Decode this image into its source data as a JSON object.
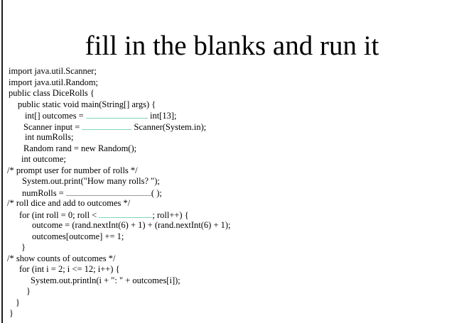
{
  "title": "fill in the blanks and run it",
  "colors": {
    "blank_teal": "#7ed6ba",
    "blank_gray": "#9b9b9b",
    "text": "#000000",
    "edge_rule": "#1a1a1a"
  },
  "code": {
    "language": "java",
    "lines": [
      {
        "indent": 12,
        "seg": [
          {
            "text": "import java.util.Scanner;"
          }
        ]
      },
      {
        "indent": 12,
        "seg": [
          {
            "text": "import java.util.Random;"
          }
        ]
      },
      {
        "indent": 12,
        "seg": [
          {
            "text": "public class DiceRolls {"
          }
        ]
      },
      {
        "indent": 25,
        "seg": [
          {
            "text": "public static void main(String[] args) {"
          }
        ]
      },
      {
        "indent": 35,
        "seg": [
          {
            "text": "int[] outcomes = "
          },
          {
            "blank": 87,
            "color": "teal"
          },
          {
            "text": " int[13];"
          }
        ]
      },
      {
        "indent": 33,
        "seg": [
          {
            "text": "Scanner input = "
          },
          {
            "blank": 70,
            "color": "teal"
          },
          {
            "text": " Scanner(System.in);"
          }
        ]
      },
      {
        "indent": 35,
        "seg": [
          {
            "text": "int numRolls;"
          }
        ]
      },
      {
        "indent": 33,
        "seg": [
          {
            "text": "Random rand = new Random();"
          }
        ]
      },
      {
        "indent": 30,
        "seg": [
          {
            "text": "int outcome;"
          }
        ]
      },
      {
        "indent": 10,
        "seg": [
          {
            "text": "/* prompt user for number of rolls */"
          }
        ]
      },
      {
        "indent": 31,
        "seg": [
          {
            "text": "System.out.print(\"How many rolls? \");"
          }
        ]
      },
      {
        "indent": 31,
        "seg": [
          {
            "text": "numRolls = "
          },
          {
            "blank": 120,
            "color": "gray"
          },
          {
            "text": "( );"
          }
        ]
      },
      {
        "indent": 10,
        "seg": [
          {
            "text": "/* roll dice and add to outcomes */"
          }
        ]
      },
      {
        "indent": 27,
        "seg": [
          {
            "text": "for (int roll = 0; roll < "
          },
          {
            "blank": 75,
            "color": "teal"
          },
          {
            "text": "; roll++) {"
          }
        ]
      },
      {
        "indent": 45,
        "seg": [
          {
            "text": "outcome = (rand.nextInt(6) + 1) + (rand.nextInt(6) + 1);"
          }
        ]
      },
      {
        "indent": 45,
        "seg": [
          {
            "text": "outcomes[outcome] += 1;"
          }
        ]
      },
      {
        "indent": 30,
        "seg": [
          {
            "text": "}"
          }
        ]
      },
      {
        "indent": 10,
        "seg": [
          {
            "text": "/* show counts of outcomes */"
          }
        ]
      },
      {
        "indent": 27,
        "seg": [
          {
            "text": "for (int i = 2; i <= 12; i++) {"
          }
        ]
      },
      {
        "indent": 43,
        "seg": [
          {
            "text": "System.out.println(i + \": \" + outcomes[i]);"
          }
        ]
      },
      {
        "indent": 37,
        "seg": [
          {
            "text": "}"
          }
        ]
      },
      {
        "indent": 22,
        "seg": [
          {
            "text": "}"
          }
        ]
      },
      {
        "indent": 13,
        "seg": [
          {
            "text": "}"
          }
        ]
      }
    ]
  }
}
